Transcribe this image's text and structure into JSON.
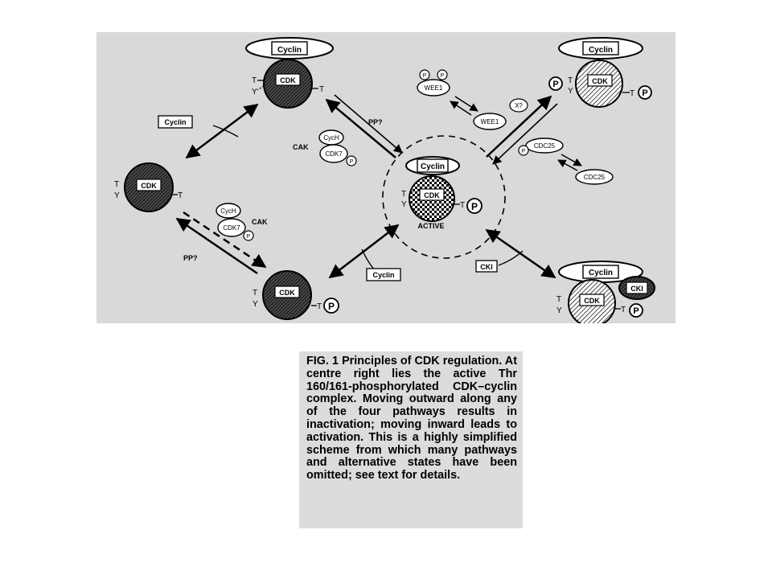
{
  "labels": {
    "cyclin": "Cyclin",
    "cdk": "CDK",
    "t": "T",
    "y": "Y",
    "p": "P",
    "wee1": "WEE1",
    "cdc25": "CDC25",
    "cych": "CycH",
    "cdk7": "CDK7",
    "cak": "CAK",
    "pp": "PP?",
    "x": "X?",
    "cki": "CKI",
    "active": "ACTIVE"
  },
  "caption": {
    "text": "FIG. 1 Principles of CDK regulation. At centre right lies the active Thr 160/161-phosphorylated CDK–cyclin complex. Moving outward along any of the four pathways results in inactivation; moving inward leads to activation. This is a highly simplified scheme from which many pathways and alternative states have been omitted; see text for details."
  },
  "colors": {
    "figure_background": "#d9d9d9",
    "ink": "#000000"
  }
}
